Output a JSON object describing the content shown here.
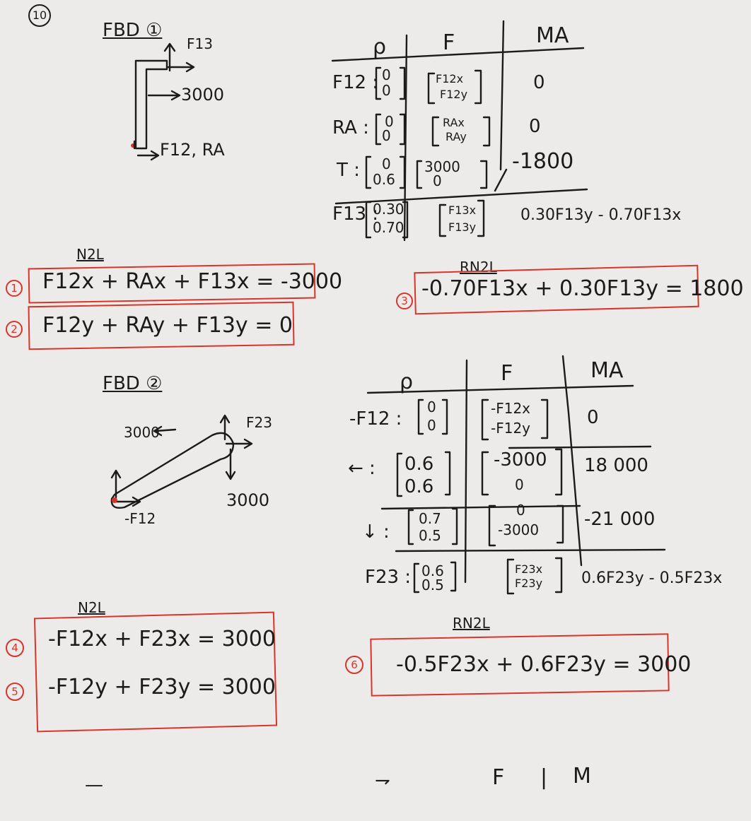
{
  "problem_number": "10",
  "fbd1": {
    "title": "FBD ①",
    "f13_label": "F13",
    "load_label": "3000",
    "bottom_label": "F12, RA"
  },
  "table1": {
    "headers": [
      "ρ",
      "F",
      "MA"
    ],
    "rows": [
      {
        "name": "F12 :",
        "r": [
          "0",
          "0"
        ],
        "f": [
          "F12x",
          "F12y"
        ],
        "m": "0"
      },
      {
        "name": "RA :",
        "r": [
          "0",
          "0"
        ],
        "f": [
          "RAx",
          "RAy"
        ],
        "m": "0"
      },
      {
        "name": "T :",
        "r": [
          "0",
          "0.6"
        ],
        "f": [
          "3000",
          "0"
        ],
        "m": "-1800"
      },
      {
        "name": "F13 :",
        "r": [
          "0.30",
          "0.70"
        ],
        "f": [
          "F13x",
          "F13y"
        ],
        "m": "0.30F13y - 0.70F13x"
      }
    ]
  },
  "n2l_1": {
    "label": "N2L",
    "eq1_num": "1",
    "eq1": "F12x + RAx + F13x = -3000",
    "eq2_num": "2",
    "eq2": "F12y + RAy + F13y = 0"
  },
  "rn2l_1": {
    "label": "RN2L",
    "eq3_num": "3",
    "eq3": "-0.70F13x + 0.30F13y = 1800"
  },
  "fbd2": {
    "title": "FBD ②",
    "left_load": "3000",
    "f23_label": "F23",
    "down_load": "3000",
    "f12_label": "-F12"
  },
  "table2": {
    "headers": [
      "ρ",
      "F",
      "MA"
    ],
    "rows": [
      {
        "name": "-F12 :",
        "r": [
          "0",
          "0"
        ],
        "f": [
          "-F12x",
          "-F12y"
        ],
        "m": "0"
      },
      {
        "name": "← :",
        "r": [
          "0.6",
          "0.6"
        ],
        "f": [
          "-3000",
          "0"
        ],
        "m": "18 000"
      },
      {
        "name": "↓ :",
        "r": [
          "0.7",
          "0.5"
        ],
        "f": [
          "0",
          "-3000"
        ],
        "m": "-21 000"
      },
      {
        "name": "F23 :",
        "r": [
          "0.6",
          "0.5"
        ],
        "f": [
          "F23x",
          "F23y"
        ],
        "m": "0.6F23y - 0.5F23x"
      }
    ]
  },
  "n2l_2": {
    "label": "N2L",
    "eq4_num": "4",
    "eq4": "-F12x + F23x = 3000",
    "eq5_num": "5",
    "eq5": "-F12y + F23y = 3000"
  },
  "rn2l_2": {
    "label": "RN2L",
    "eq6_num": "6",
    "eq6": "-0.5F23x + 0.6F23y = 3000"
  },
  "footer": {
    "left_mark": "—",
    "mid_mark": "⇁",
    "f_label": "F",
    "divider": "|",
    "m_label": "M"
  },
  "colors": {
    "ink": "#1b1b1b",
    "red": "#d8352a",
    "paper": "#ecebe9"
  }
}
